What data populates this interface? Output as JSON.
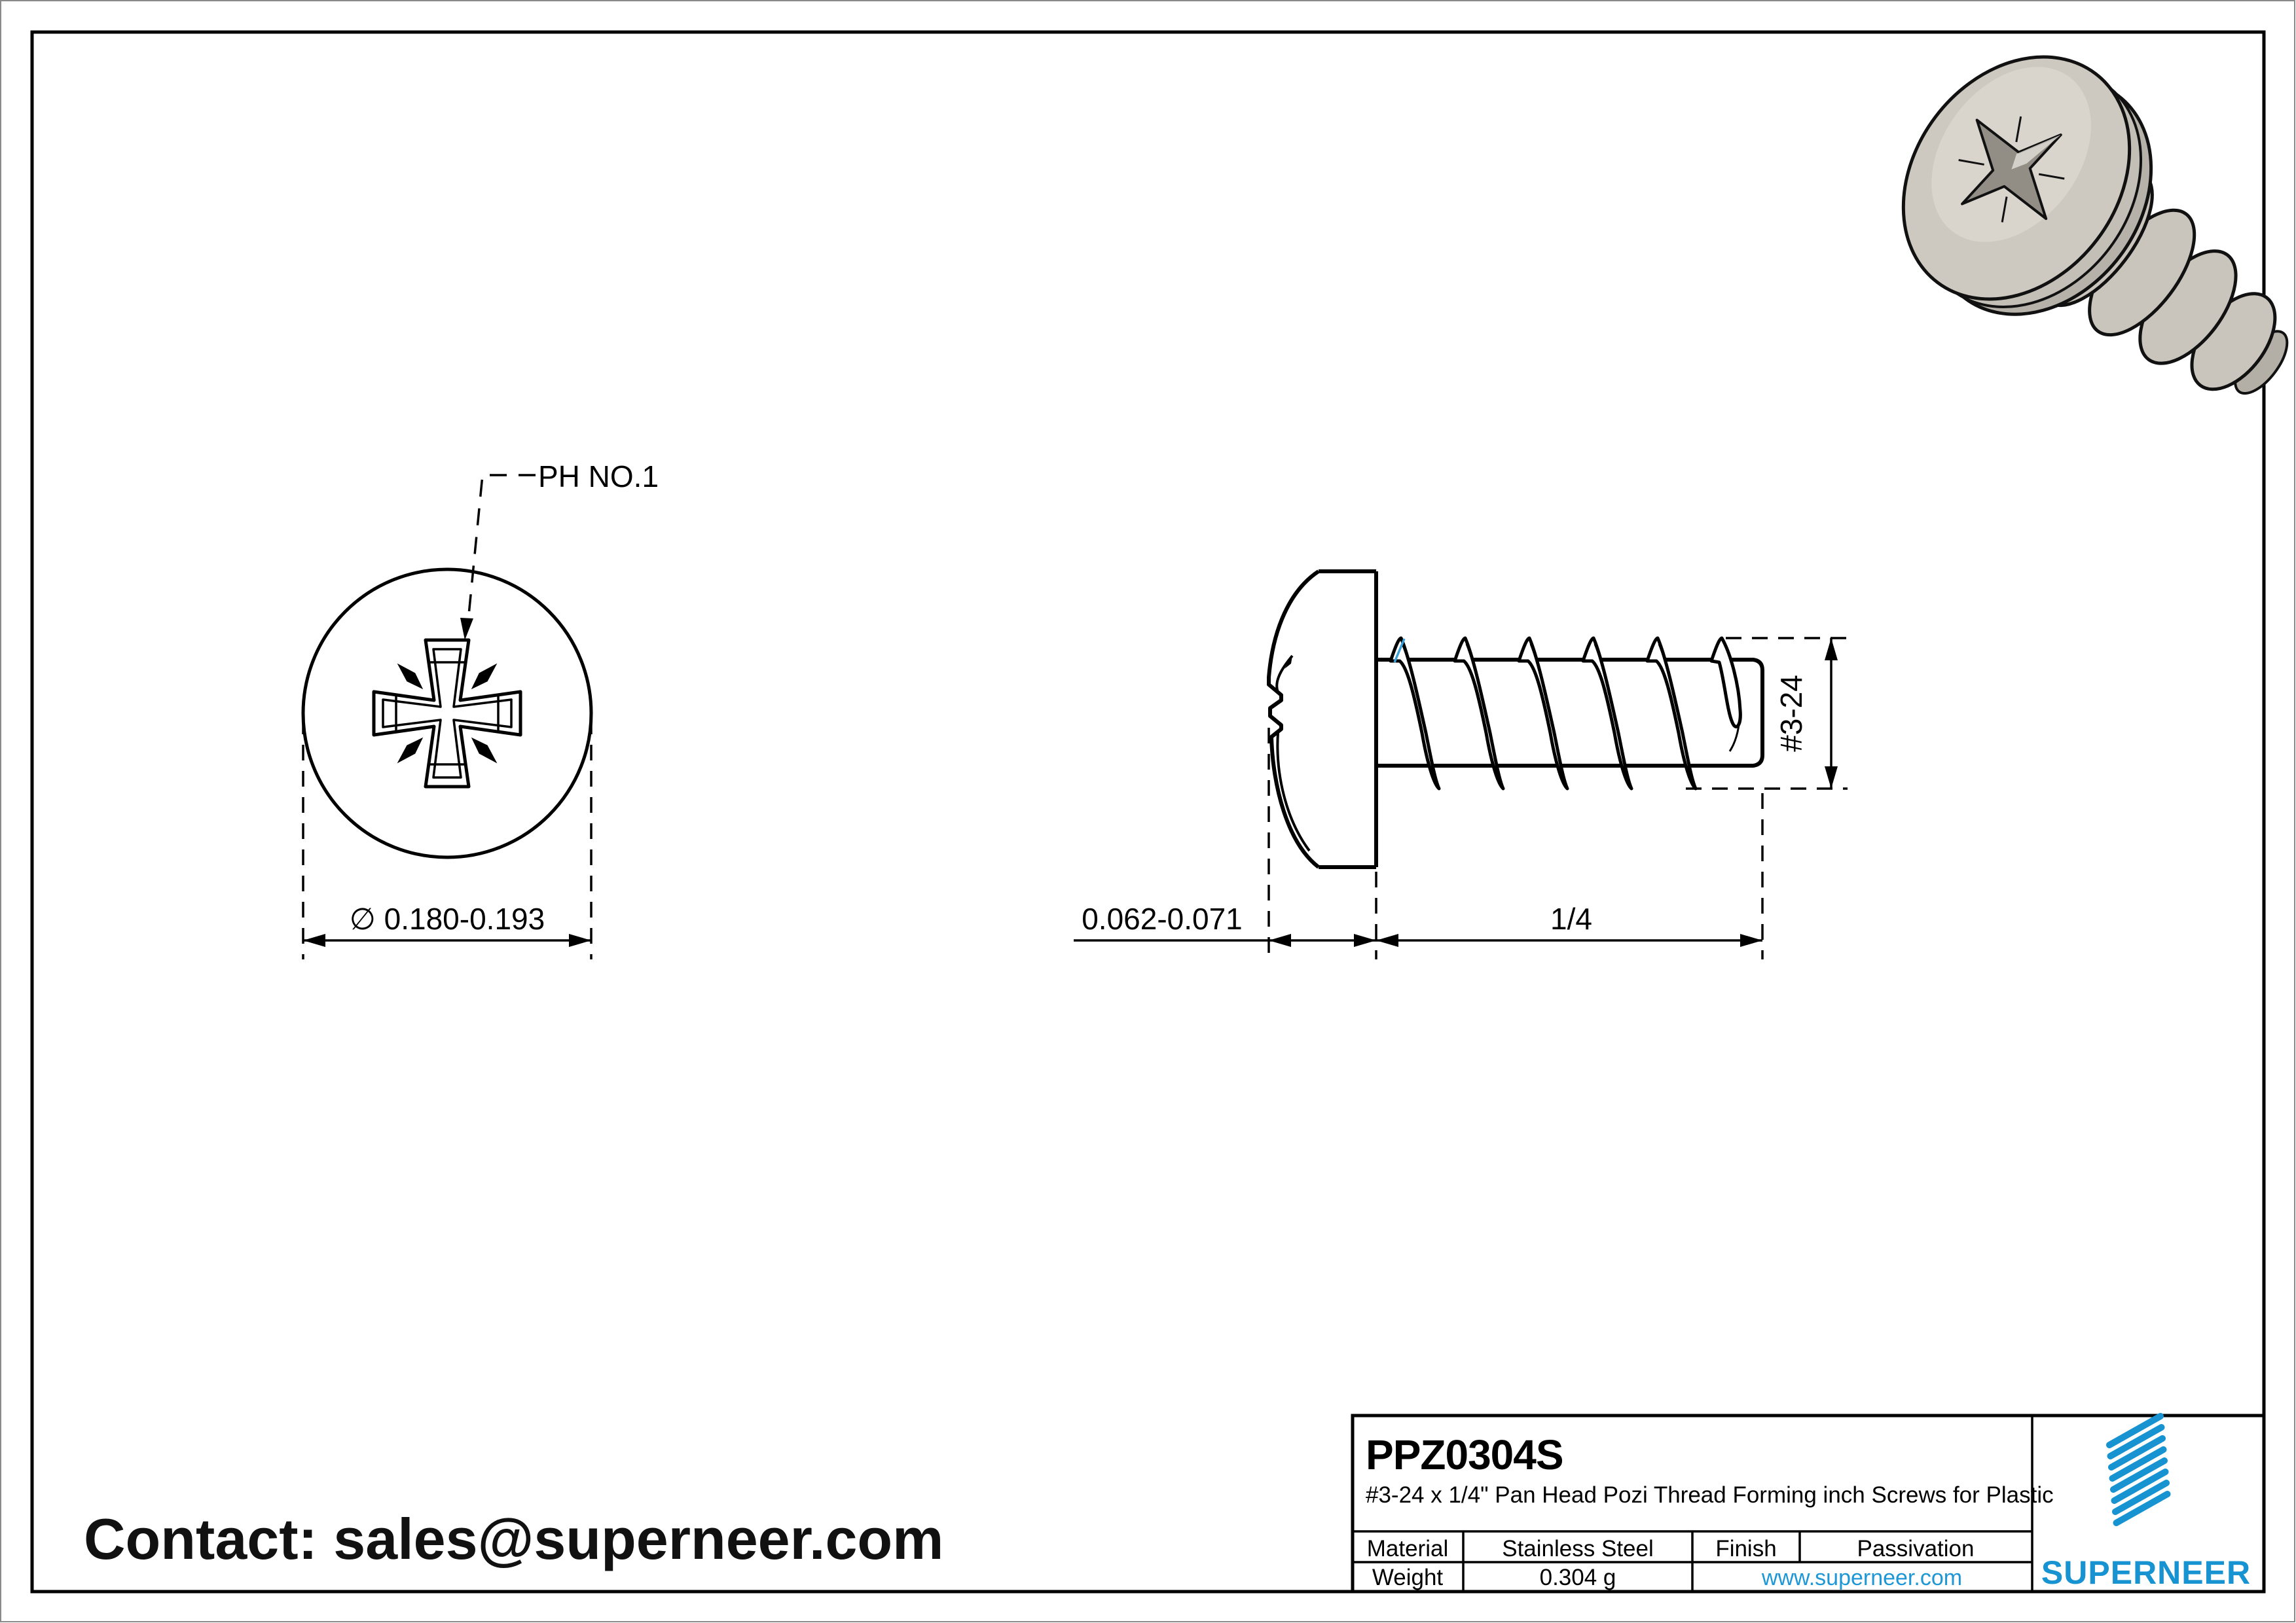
{
  "colors": {
    "line_black": "#000000",
    "brand_blue": "#1793d2",
    "link_blue": "#1e97d6",
    "thread_start_highlight_blue": "#3aa0d8",
    "metal_gray": "#cbc7be"
  },
  "front_view": {
    "ph_label": "PH NO.1",
    "diameter_dim": "∅ 0.180-0.193"
  },
  "side_view": {
    "head_height_dim": "0.062-0.071",
    "length_dim": "1/4",
    "thread_dim": "#3-24"
  },
  "contact": {
    "text": "Contact: sales@superneer.com"
  },
  "title_block": {
    "part_number": "PPZ0304S",
    "description": "#3-24 x 1/4\" Pan Head Pozi Thread Forming inch Screws for Plastic",
    "material_label": "Material",
    "material_value": "Stainless Steel",
    "finish_label": "Finish",
    "finish_value": "Passivation",
    "weight_label": "Weight",
    "weight_value": "0.304 g",
    "website": "www.superneer.com",
    "brand": "SUPERNEER",
    "logo_icon": "diagonal-stripes-icon"
  }
}
